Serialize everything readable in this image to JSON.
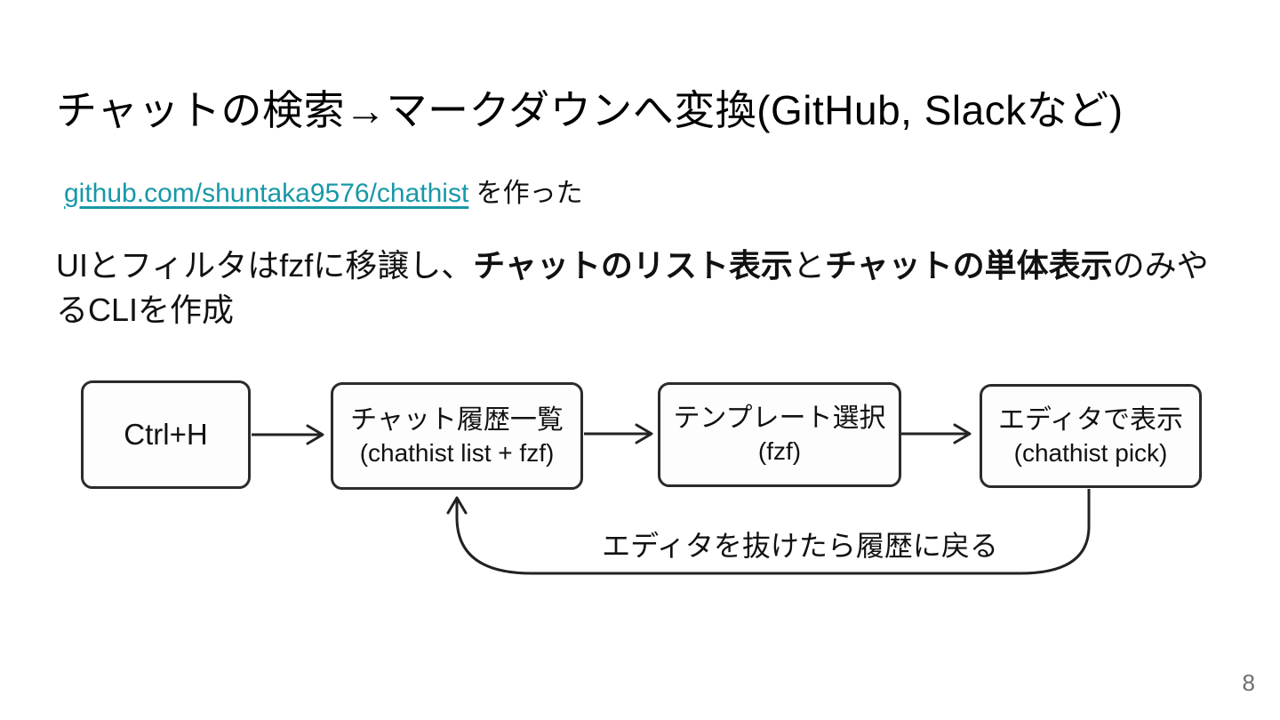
{
  "slide": {
    "title": "チャットの検索→マークダウンへ変換(GitHub, Slackなど)",
    "intro": {
      "link_text": "github.com/shuntaka9576/chathist",
      "suffix": " を作った"
    },
    "body": {
      "seg1": "UIとフィルタはfzfに移譲し、",
      "bold1": "チャットのリスト表示",
      "seg2": "と",
      "bold2": "チャットの単体表示",
      "seg3a": "のみや",
      "seg3b": "るCLIを作成"
    },
    "page_number": "8"
  },
  "colors": {
    "link": "#1898a8",
    "text": "#000000",
    "page_number": "#6e6e6e",
    "diagram_line": "#222222",
    "node_border": "#2b2b2b"
  },
  "diagram": {
    "type": "flowchart",
    "nodes": [
      {
        "id": "ctrl-h",
        "line1": "Ctrl+H",
        "line2": ""
      },
      {
        "id": "chat-history-list",
        "line1": "チャット履歴一覧",
        "line2": "(chathist list + fzf)"
      },
      {
        "id": "template-select",
        "line1": "テンプレート選択",
        "line2": "(fzf)"
      },
      {
        "id": "editor-view",
        "line1": "エディタで表示",
        "line2": "(chathist pick)"
      }
    ],
    "edges": [
      {
        "from": "ctrl-h",
        "to": "chat-history-list",
        "label": ""
      },
      {
        "from": "chat-history-list",
        "to": "template-select",
        "label": ""
      },
      {
        "from": "template-select",
        "to": "editor-view",
        "label": ""
      },
      {
        "from": "editor-view",
        "to": "chat-history-list",
        "label": "エディタを抜けたら履歴に戻る"
      }
    ]
  }
}
